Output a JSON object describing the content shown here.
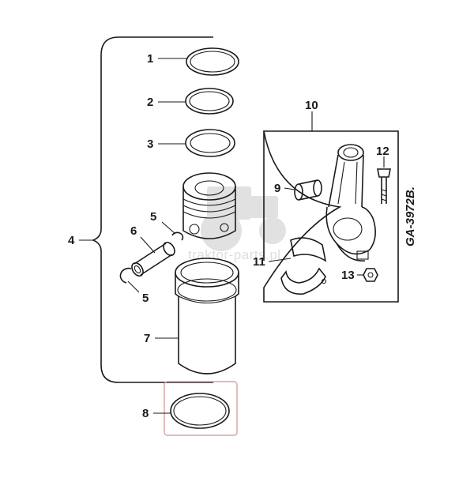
{
  "callouts": {
    "c1": "1",
    "c2": "2",
    "c3": "3",
    "c4": "4",
    "c5a": "5",
    "c5b": "5",
    "c6": "6",
    "c7": "7",
    "c8": "8",
    "c9": "9",
    "c10": "10",
    "c11": "11",
    "c12": "12",
    "c13": "13"
  },
  "drawing_code": "GA-3972B.",
  "watermark": "traktor-parts.pl",
  "colors": {
    "line": "#1a1a1a",
    "highlight_box": "#d9a0a0",
    "watermark": "#c4c4c4"
  }
}
